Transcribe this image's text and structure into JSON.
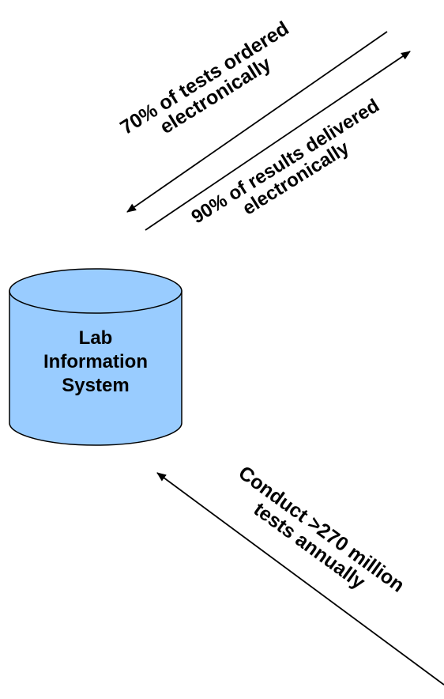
{
  "database": {
    "label_lines": [
      "Lab",
      "Information",
      "System"
    ],
    "fill_color": "#99ccff"
  },
  "flows": {
    "tests_ordered": {
      "lines": [
        "70% of tests ordered",
        "electronically"
      ],
      "percent": 70
    },
    "results_delivered": {
      "lines": [
        "90% of results delivered",
        "electronically"
      ],
      "percent": 90
    },
    "tests_conducted": {
      "lines": [
        "Conduct >270 million",
        "tests annually"
      ]
    }
  }
}
